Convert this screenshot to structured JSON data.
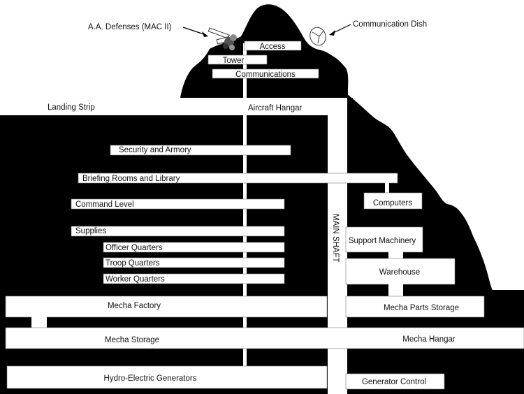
{
  "title": "Base cross-section diagram",
  "colors": {
    "rock": "#000000",
    "room": "#ffffff",
    "text": "#111111"
  },
  "callouts": {
    "aa_defenses": "A.A. Defenses (MAC II)",
    "comm_dish": "Communication Dish"
  },
  "surface_labels": {
    "landing_strip": "Landing Strip",
    "aircraft_hangar": "Aircraft Hangar"
  },
  "peak_rooms": {
    "access": "Access",
    "tower": "Tower",
    "communications": "Communications"
  },
  "upper_rooms": {
    "security": "Security and Armory",
    "briefing": "Briefing Rooms and Library",
    "command": "Command Level",
    "supplies": "Supplies",
    "officer": "Officer Quarters",
    "troop": "Troop Quarters",
    "worker": "Worker Quarters"
  },
  "main_shaft": "MAIN SHAFT",
  "side_rooms": {
    "computers": "Computers",
    "support": "Support Machinery",
    "warehouse": "Warehouse",
    "parts": "Mecha Parts Storage"
  },
  "lower_rooms": {
    "factory": "Mecha Factory",
    "storage": "Mecha Storage",
    "hangar": "Mecha Hangar",
    "generators": "Hydro-Electric Generators",
    "gen_control": "Generator Control"
  }
}
